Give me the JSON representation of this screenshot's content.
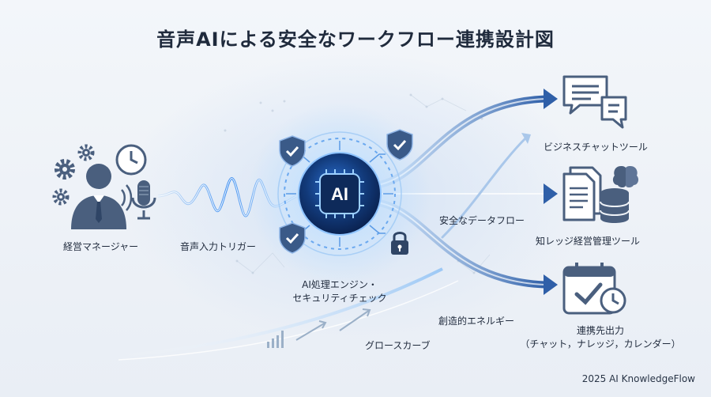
{
  "title": "音声AIによる安全なワークフロー連携設計図",
  "nodes": {
    "manager": "経営マネージャー",
    "voice_trigger": "音声入力トリガー",
    "ai_engine_line1": "AI処理エンジン・",
    "ai_engine_line2": "セキュリティチェック",
    "ai_badge": "AI",
    "business_chat": "ビジネスチャットツール",
    "knowledge_tool": "知レッジ経営管理ツール",
    "output_line1": "連携先出力",
    "output_line2": "（チャット，ナレッジ，カレンダー）"
  },
  "flows": {
    "secure_flow": "安全なデータフロー",
    "creative_energy": "創造的エネルギー",
    "growth_curve": "グロースカーブ"
  },
  "footer": "2025 AI KnowledgeFlow",
  "colors": {
    "icon": "#4a5f7e",
    "accent": "#3f7fd6",
    "glow": "#8fc4ff",
    "ai_core": "#0e2a5a"
  }
}
